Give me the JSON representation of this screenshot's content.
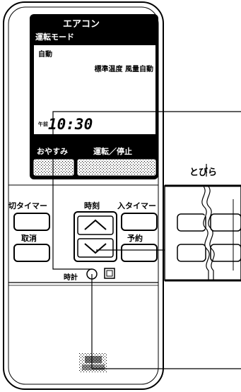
{
  "remote": {
    "title": "エアコン",
    "mode_label": "運転モード",
    "mode_value": "自動",
    "settings_text": "標準温度 風量自動",
    "time_prefix": "午前",
    "time_value": "10:30",
    "sleep_label": "おやすみ",
    "run_stop_label": "運転／停止",
    "off_timer_label": "切タイマー",
    "clock_label": "時刻",
    "on_timer_label": "入タイマー",
    "cancel_label": "取消",
    "reserve_label": "予約",
    "clock_set_label": "時計"
  },
  "callouts": {
    "door_label": "とびら"
  }
}
